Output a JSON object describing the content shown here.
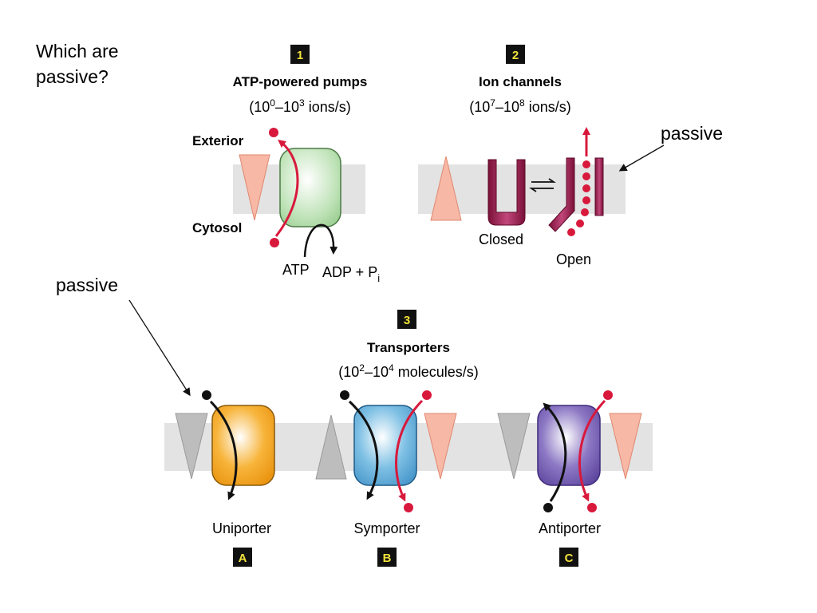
{
  "question": [
    "Which are",
    "passive?"
  ],
  "annotations": {
    "passive_right": "passive",
    "passive_left": "passive"
  },
  "panel1": {
    "badge": "1",
    "title": "ATP-powered pumps",
    "rate": {
      "prefix": "(10",
      "exp1": "0",
      "mid": "–10",
      "exp2": "3",
      "suffix": " ions/s)"
    },
    "exterior": "Exterior",
    "cytosol": "Cytosol",
    "atp": "ATP",
    "adp": "ADP + P",
    "adp_sub": "i"
  },
  "panel2": {
    "badge": "2",
    "title": "Ion channels",
    "rate": {
      "prefix": "(10",
      "exp1": "7",
      "mid": "–10",
      "exp2": "8",
      "suffix": " ions/s)"
    },
    "closed": "Closed",
    "open": "Open"
  },
  "panel3": {
    "badge": "3",
    "title": "Transporters",
    "rate": {
      "prefix": "(10",
      "exp1": "2",
      "mid": "–10",
      "exp2": "4",
      "suffix": " molecules/s)"
    },
    "uniporter": "Uniporter",
    "symporter": "Symporter",
    "antiporter": "Antiporter",
    "badge_a": "A",
    "badge_b": "B",
    "badge_c": "C"
  },
  "colors": {
    "membrane": "#e3e3e3",
    "pump": "#bfe3b8",
    "channel": "#9b1b4a",
    "uniporter": "#f0a01c",
    "symporter": "#6cb2dc",
    "antiporter": "#7a64b4",
    "ion_red": "#d8193c",
    "gradient_salmon": "#f7b8a6",
    "gradient_gray": "#bdbdbd",
    "badge_bg": "#111111",
    "badge_fill": "#f2e23a"
  }
}
